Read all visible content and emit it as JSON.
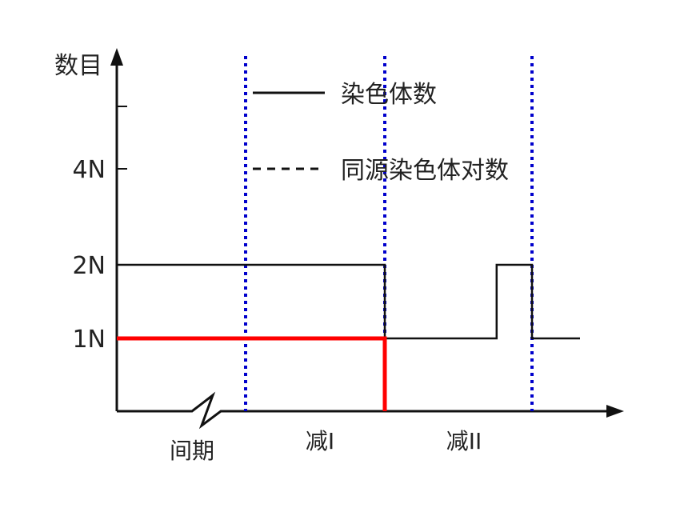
{
  "chart_data": {
    "type": "line",
    "ylabel": "数目",
    "xlabel": "",
    "y_ticks": [
      {
        "value": 1,
        "label": "1N"
      },
      {
        "value": 2,
        "label": "2N"
      },
      {
        "value": 4,
        "label": "4N"
      }
    ],
    "ylim": [
      0,
      5
    ],
    "phases": [
      "间期",
      "减I",
      "减II"
    ],
    "legend": {
      "placement": "top",
      "entries": [
        {
          "label": "染色体数",
          "style": "solid"
        },
        {
          "label": "同源染色体对数",
          "style": "dashed"
        }
      ]
    },
    "x_breaks": [
      "间期"
    ],
    "series": [
      {
        "name": "染色体数",
        "color": "#111111",
        "points": [
          {
            "phase": "间期",
            "t": 0.0,
            "y": 2
          },
          {
            "phase": "减I",
            "t": 1.0,
            "y": 2
          },
          {
            "phase": "减II",
            "t": 0.0,
            "y": 1
          },
          {
            "phase": "减II",
            "t": 0.76,
            "y": 1
          },
          {
            "phase": "减II",
            "t": 0.76,
            "y": 2
          },
          {
            "phase": "减II",
            "t": 1.0,
            "y": 2
          },
          {
            "phase": "减II",
            "t": 1.0,
            "y": 1
          },
          {
            "phase": "end",
            "t": 0.6,
            "y": 1
          }
        ]
      },
      {
        "name": "同源染色体对数",
        "color": "#ff0000",
        "points": [
          {
            "phase": "间期",
            "t": 0.0,
            "y": 1
          },
          {
            "phase": "减I",
            "t": 1.0,
            "y": 1
          },
          {
            "phase": "减I",
            "t": 1.0,
            "y": 0
          }
        ]
      }
    ],
    "phase_dividers_color": "#0000cc"
  }
}
